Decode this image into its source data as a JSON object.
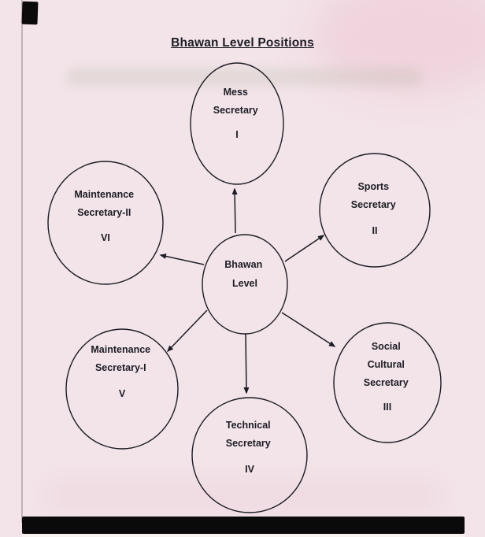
{
  "title": "Bhawan Level Positions",
  "colors": {
    "paper": "#f3e4e9",
    "ink": "#1c1c24"
  },
  "center": {
    "lines": [
      "Bhawan",
      "Level"
    ]
  },
  "nodes": [
    {
      "id": "mess-secretary",
      "lines": [
        "Mess",
        "Secretary"
      ],
      "numeral": "I"
    },
    {
      "id": "sports-secretary",
      "lines": [
        "Sports",
        "Secretary"
      ],
      "numeral": "II"
    },
    {
      "id": "maintenance-secretary-2",
      "lines": [
        "Maintenance",
        "Secretary-II"
      ],
      "numeral": "VI"
    },
    {
      "id": "social-cultural-secretary",
      "lines": [
        "Social",
        "Cultural",
        "Secretary"
      ],
      "numeral": "III"
    },
    {
      "id": "maintenance-secretary-1",
      "lines": [
        "Maintenance",
        "Secretary-I"
      ],
      "numeral": "V"
    },
    {
      "id": "technical-secretary",
      "lines": [
        "Technical",
        "Secretary"
      ],
      "numeral": "IV"
    }
  ]
}
